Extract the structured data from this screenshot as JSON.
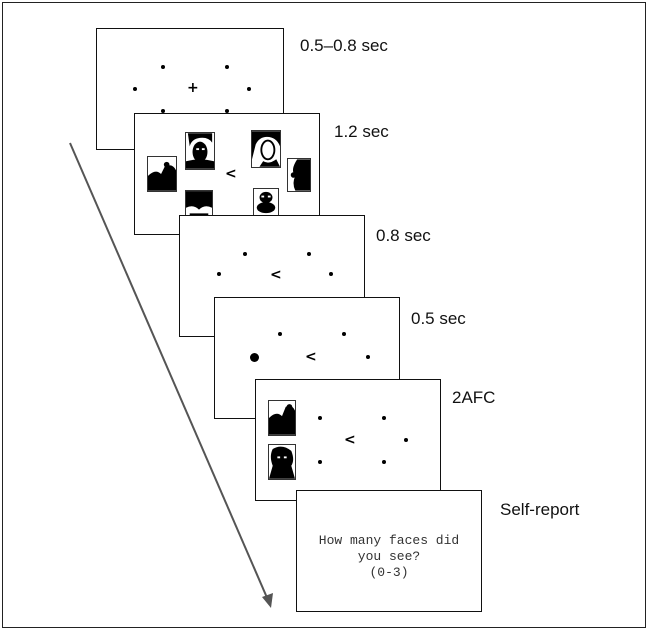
{
  "durations": {
    "fixation": "0.5–0.8 sec",
    "faces": "1.2 sec",
    "blank": "0.8 sec",
    "probe": "0.5 sec",
    "choice": "2AFC",
    "report": "Self-report"
  },
  "symbols": {
    "fixation_cross": "+",
    "cue": "<"
  },
  "self_report": {
    "line1": "How many faces did",
    "line2": "you see?",
    "line3": "(0-3)"
  },
  "colors": {
    "panel_border": "#111111",
    "arrow": "#555555",
    "text": "#111111"
  }
}
